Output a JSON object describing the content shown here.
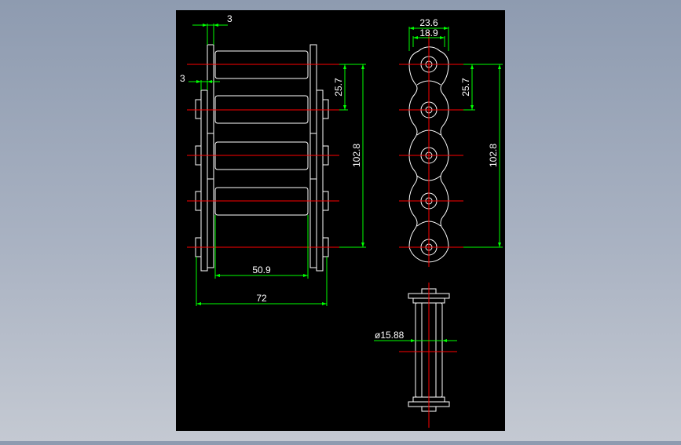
{
  "colors": {
    "background": "#8e9bb0",
    "sheet": "#000000",
    "outline": "#ffffff",
    "centerline": "#ff0000",
    "dimension": "#00ff00",
    "dim_text": "#ffffff"
  },
  "dimensions": {
    "top_plate_thickness": "3",
    "side_plate_thickness": "3",
    "pitch_left": "25.7",
    "length_left": "102.8",
    "inner_width": "50.9",
    "outer_width": "72",
    "plate_outer_height": "23.6",
    "plate_inner_height": "18.9",
    "pitch_right": "25.7",
    "length_right": "102.8",
    "roller_diameter": "ø15.88"
  }
}
